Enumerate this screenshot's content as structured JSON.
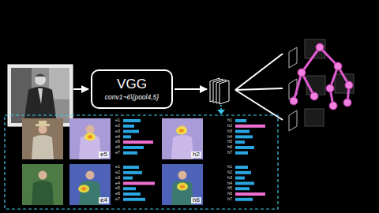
{
  "diagram": {
    "nodes": [
      {
        "text": [
          "VGG",
          "conv1~6\\{pool4,5}"
        ]
      },
      {
        "text": [
          "e5"
        ]
      },
      {
        "text": [
          "h2"
        ]
      },
      {
        "text": [
          "e4"
        ]
      },
      {
        "text": [
          "h6"
        ]
      }
    ],
    "labels": [
      "e1",
      "e2",
      "e3",
      "e4",
      "e5",
      "e6",
      "e7",
      "h1",
      "h2",
      "h3",
      "h4",
      "h5",
      "h6",
      "h7",
      "e1",
      "e2",
      "e3",
      "e4",
      "e5",
      "e6",
      "e7",
      "h1",
      "h2",
      "h3",
      "h4",
      "h5",
      "h6",
      "h7"
    ]
  }
}
